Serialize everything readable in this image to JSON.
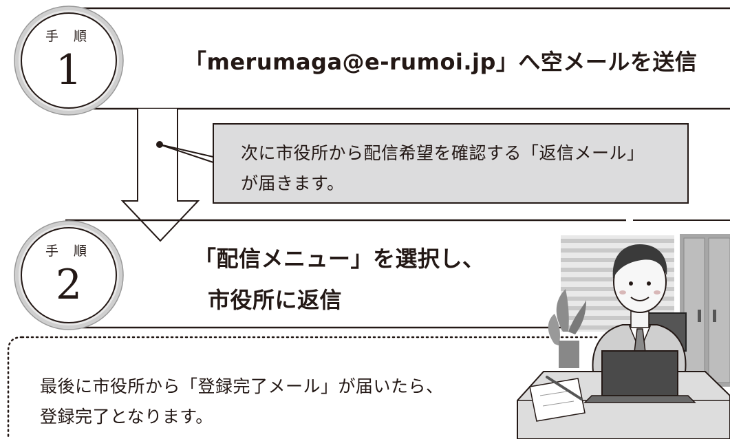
{
  "steps": [
    {
      "label": "手 順",
      "number": "1",
      "title": "「merumaga@e-rumoi.jp」へ空メールを送信"
    },
    {
      "label": "手 順",
      "number": "2",
      "title_lines": [
        "「配信メニュー」を選択し、",
        "市役所に返信"
      ]
    }
  ],
  "callout": {
    "lines": [
      "次に市役所から配信希望を確認する「返信メール」",
      "が届きます。"
    ],
    "fill": "#dcdcdd"
  },
  "final_note": {
    "lines": [
      "最後に市役所から「登録完了メール」が届いたら、",
      "登録完了となります。"
    ]
  },
  "illustration": {
    "subject": "office-worker-at-laptop"
  },
  "colors": {
    "line": "#231815",
    "gray_fill": "#dcdcdd",
    "badge_ring": "#bdbdbd"
  }
}
